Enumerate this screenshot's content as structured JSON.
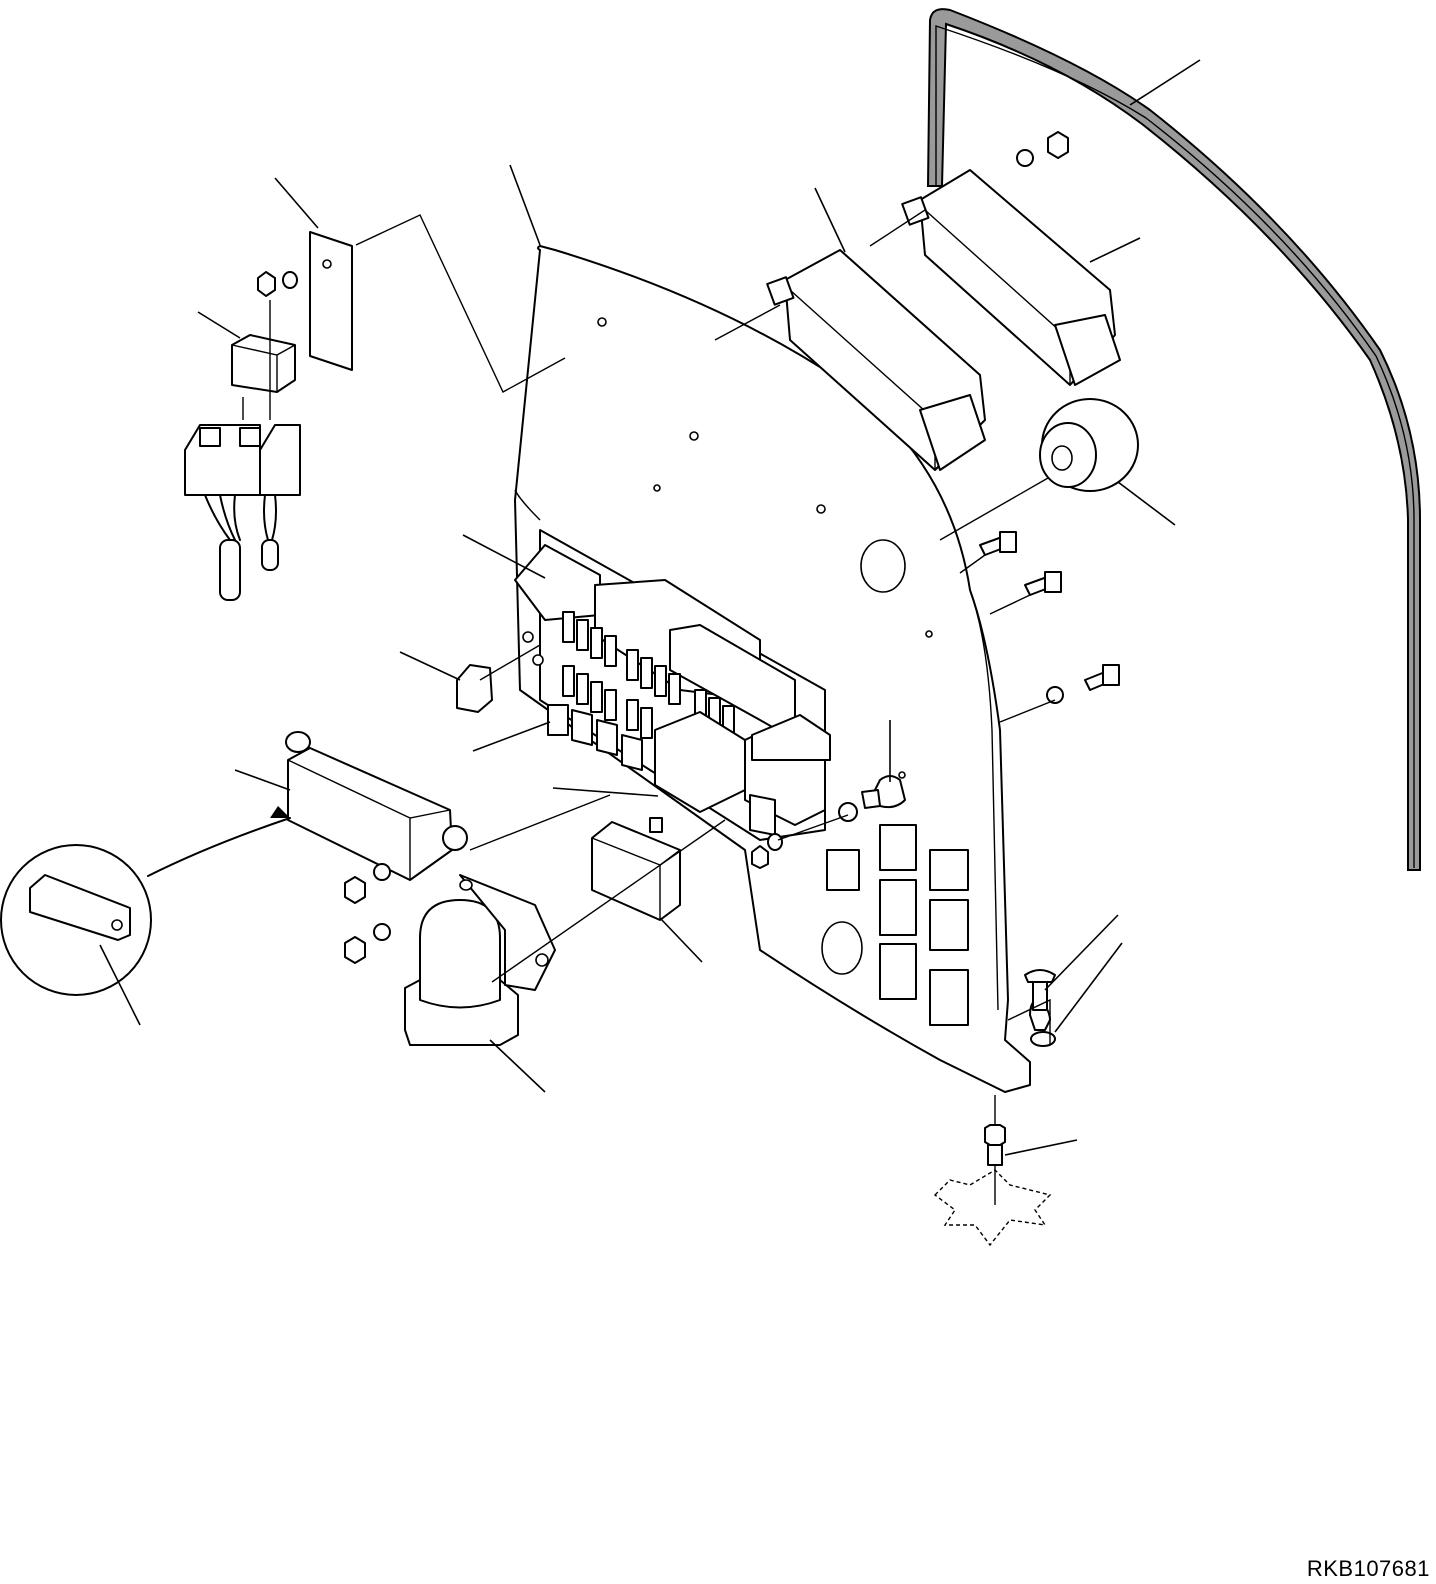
{
  "drawing_code": "RKB107681",
  "colors": {
    "line": "#000000",
    "background": "#ffffff",
    "seal_fill": "#9a9a9a"
  },
  "parts": [
    "window-seal",
    "mounting-panel",
    "controller-unit",
    "controller-unit",
    "buzzer",
    "fuse-relay-box",
    "relay",
    "relay-socket-harness",
    "bracket-plate",
    "fuse-cover",
    "connector-block",
    "flasher-unit",
    "relay",
    "spacer",
    "bolt",
    "washer",
    "nut",
    "clip",
    "pin"
  ]
}
